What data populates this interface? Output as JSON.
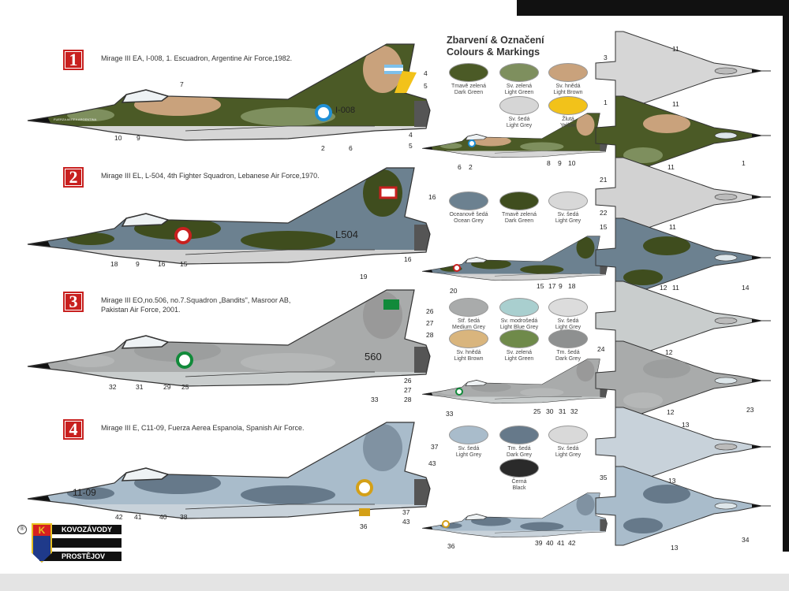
{
  "heading": {
    "line1": "Zbarvení & Označení",
    "line2": "Colours & Markings"
  },
  "profiles": [
    {
      "number": "1",
      "title": "Mirage III EA, I-008, 1. Escuadron, Argentine Air Force,1982.",
      "serial": "I-008",
      "nose_text": "FUERZA AEREA ARGENTINA",
      "callouts": [
        "7",
        "4",
        "5",
        "10",
        "9",
        "2",
        "6"
      ],
      "small_callouts": [
        "4",
        "5",
        "6",
        "2",
        "8",
        "9",
        "10"
      ],
      "top_callouts": [
        "3",
        "11",
        "1",
        "11",
        "11",
        "1"
      ],
      "swatches": [
        {
          "cz": "Tmavě zelená",
          "en": "Dark Green",
          "color": "#4b5a26"
        },
        {
          "cz": "Sv. zelená",
          "en": "Light Green",
          "color": "#7e8f5e"
        },
        {
          "cz": "Sv. hnědá",
          "en": "Light Brown",
          "color": "#c9a27c"
        },
        {
          "cz": "Sv. šedá",
          "en": "Light Grey",
          "color": "#d6d6d6"
        },
        {
          "cz": "Žlutá",
          "en": "Yellow",
          "color": "#f2c21a"
        }
      ]
    },
    {
      "number": "2",
      "title": "Mirage III EL, L-504, 4th Fighter Squadron, Lebanese Air Force,1970.",
      "serial": "L504",
      "callouts": [
        "16",
        "18",
        "9",
        "16",
        "15",
        "19"
      ],
      "small_callouts": [
        "16",
        "20",
        "15",
        "17",
        "9",
        "18"
      ],
      "top_callouts": [
        "21",
        "22",
        "15",
        "11",
        "14"
      ],
      "swatches": [
        {
          "cz": "Oceanově šedá",
          "en": "Ocean Grey",
          "color": "#6c8190"
        },
        {
          "cz": "Tmavě zelená",
          "en": "Dark Green",
          "color": "#3f4d1e"
        },
        {
          "cz": "Sv. šedá",
          "en": "Light Grey",
          "color": "#d8d8d8"
        }
      ]
    },
    {
      "number": "3",
      "title": "Mirage III EO,no.506, no.7.Squadron „Bandits\", Masroor AB,",
      "title2": "Pakistan Air Force, 2001.",
      "serial": "560",
      "callouts": [
        "26",
        "27",
        "28",
        "32",
        "31",
        "29",
        "25",
        "33"
      ],
      "small_callouts": [
        "26",
        "27",
        "28",
        "33",
        "25",
        "30",
        "31",
        "32"
      ],
      "top_callouts": [
        "12",
        "11",
        "24",
        "12",
        "12",
        "23"
      ],
      "swatches": [
        {
          "cz": "Stř. šedá",
          "en": "Medium Grey",
          "color": "#a9abab"
        },
        {
          "cz": "Sv. modrošedá",
          "en": "Light Blue Grey",
          "color": "#a9cfcf"
        },
        {
          "cz": "Sv. šedá",
          "en": "Light Grey",
          "color": "#dcdcdc"
        },
        {
          "cz": "Sv. hnědá",
          "en": "Light Brown",
          "color": "#d9b57d"
        },
        {
          "cz": "Sv. zelená",
          "en": "Light Green",
          "color": "#6f8a4a"
        },
        {
          "cz": "Tm. šedá",
          "en": "Dark Grey",
          "color": "#8e9090"
        }
      ]
    },
    {
      "number": "4",
      "title": "Mirage III E, C11-09, Fuerza Aerea Espanola, Spanish Air Force.",
      "serial": "11-09",
      "callouts": [
        "37",
        "43",
        "42",
        "41",
        "40",
        "38",
        "36"
      ],
      "small_callouts": [
        "37",
        "43",
        "36",
        "39",
        "40",
        "41",
        "42"
      ],
      "top_callouts": [
        "13",
        "35",
        "13",
        "13",
        "34"
      ],
      "swatches": [
        {
          "cz": "Sv. šedá",
          "en": "Light Grey",
          "color": "#a9bccb"
        },
        {
          "cz": "Tm. šedá",
          "en": "Dark Grey",
          "color": "#66798a"
        },
        {
          "cz": "Sv. šedá",
          "en": "Light Grey",
          "color": "#d9d9d9"
        },
        {
          "cz": "Černá",
          "en": "Black",
          "color": "#2a2a2a"
        }
      ]
    }
  ],
  "logo": {
    "brand1": "KOVOZÁVODY",
    "brand2": "PROSTĚJOV",
    "mark": "K",
    "registered": "®"
  }
}
